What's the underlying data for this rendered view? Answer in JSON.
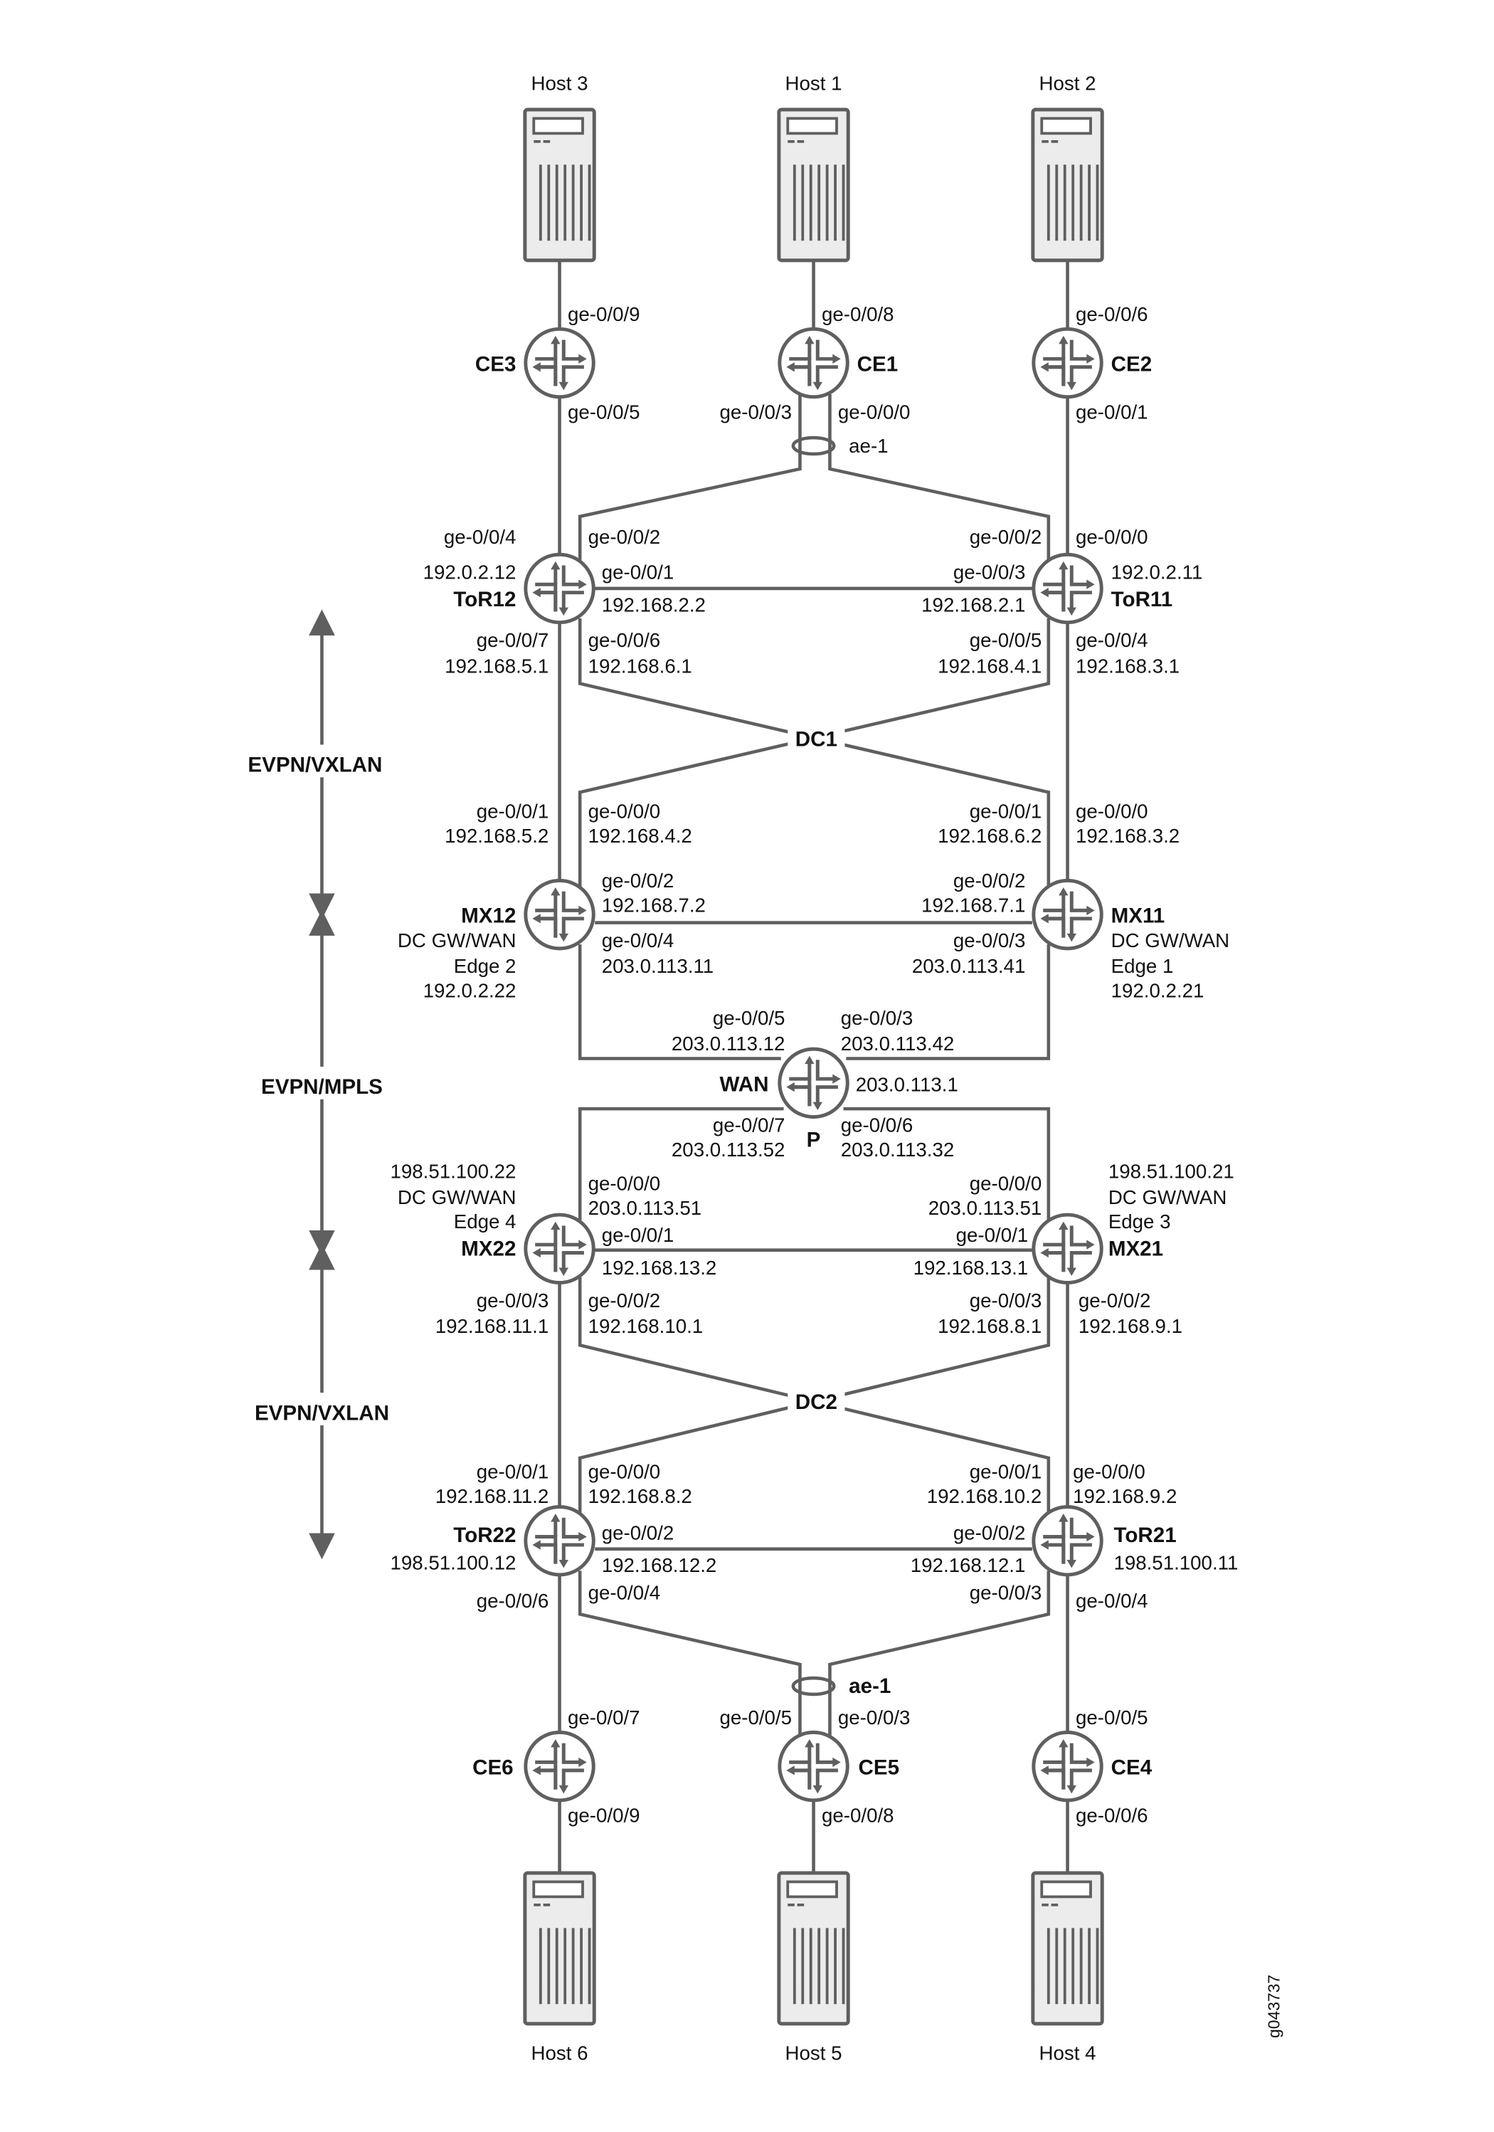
{
  "hosts": {
    "h1": "Host 1",
    "h2": "Host 2",
    "h3": "Host 3",
    "h4": "Host 4",
    "h5": "Host 5",
    "h6": "Host 6"
  },
  "segments": {
    "top": "EVPN/VXLAN",
    "middle": "EVPN/MPLS",
    "bottom": "EVPN/VXLAN"
  },
  "figure_id": "g043737",
  "ce3": {
    "name": "CE3",
    "host_port": "ge-0/0/9",
    "uplink": "ge-0/0/5"
  },
  "ce1": {
    "name": "CE1",
    "host_port": "ge-0/0/8",
    "port_a": "ge-0/0/3",
    "port_b": "ge-0/0/0",
    "lag": "ae-1"
  },
  "ce2": {
    "name": "CE2",
    "host_port": "ge-0/0/6",
    "uplink": "ge-0/0/1"
  },
  "tor12": {
    "name": "ToR12",
    "loopback": "192.0.2.12",
    "p_ce3": "ge-0/0/4",
    "p_ce1": "ge-0/0/2",
    "p_tor": "ge-0/0/1",
    "ip_tor": "192.168.2.2",
    "p_mx12": "ge-0/0/7",
    "ip_mx12": "192.168.5.1",
    "p_mx11": "ge-0/0/6",
    "ip_mx11": "192.168.6.1"
  },
  "tor11": {
    "name": "ToR11",
    "loopback": "192.0.2.11",
    "p_ce1": "ge-0/0/2",
    "p_ce2": "ge-0/0/0",
    "p_tor": "ge-0/0/3",
    "ip_tor": "192.168.2.1",
    "p_mx12": "ge-0/0/5",
    "ip_mx12": "192.168.4.1",
    "p_mx11": "ge-0/0/4",
    "ip_mx11": "192.168.3.1"
  },
  "dc1": "DC1",
  "dc2": "DC2",
  "mx12": {
    "name": "MX12",
    "role": "DC GW/WAN",
    "edge": "Edge 2",
    "loopback": "192.0.2.22",
    "p_tor12": "ge-0/0/1",
    "ip_tor12": "192.168.5.2",
    "p_tor11": "ge-0/0/0",
    "ip_tor11": "192.168.4.2",
    "p_mx": "ge-0/0/2",
    "ip_mx": "192.168.7.2",
    "p_wan": "ge-0/0/4",
    "ip_wan": "203.0.113.11"
  },
  "mx11": {
    "name": "MX11",
    "role": "DC GW/WAN",
    "edge": "Edge 1",
    "loopback": "192.0.2.21",
    "p_tor12": "ge-0/0/1",
    "ip_tor12": "192.168.6.2",
    "p_tor11": "ge-0/0/0",
    "ip_tor11": "192.168.3.2",
    "p_mx": "ge-0/0/2",
    "ip_mx": "192.168.7.1",
    "p_wan": "ge-0/0/3",
    "ip_wan": "203.0.113.41"
  },
  "wan": {
    "name": "WAN",
    "role": "P",
    "loopback": "203.0.113.1",
    "p_mx12": "ge-0/0/5",
    "ip_mx12": "203.0.113.12",
    "p_mx11": "ge-0/0/3",
    "ip_mx11": "203.0.113.42",
    "p_mx22": "ge-0/0/7",
    "ip_mx22": "203.0.113.52",
    "p_mx21": "ge-0/0/6",
    "ip_mx21": "203.0.113.32"
  },
  "mx22": {
    "name": "MX22",
    "role": "DC GW/WAN",
    "edge": "Edge 4",
    "loopback": "198.51.100.22",
    "p_wan": "ge-0/0/0",
    "ip_wan": "203.0.113.51",
    "p_mx": "ge-0/0/1",
    "ip_mx": "192.168.13.2",
    "p_tor22": "ge-0/0/3",
    "ip_tor22": "192.168.11.1",
    "p_tor21": "ge-0/0/2",
    "ip_tor21": "192.168.10.1"
  },
  "mx21": {
    "name": "MX21",
    "role": "DC GW/WAN",
    "edge": "Edge 3",
    "loopback": "198.51.100.21",
    "p_wan": "ge-0/0/0",
    "ip_wan": "203.0.113.51",
    "p_mx": "ge-0/0/1",
    "ip_mx": "192.168.13.1",
    "p_tor22": "ge-0/0/3",
    "ip_tor22": "192.168.8.1",
    "p_tor21": "ge-0/0/2",
    "ip_tor21": "192.168.9.1"
  },
  "tor22": {
    "name": "ToR22",
    "loopback": "198.51.100.12",
    "p_mx22": "ge-0/0/1",
    "ip_mx22": "192.168.11.2",
    "p_mx21": "ge-0/0/0",
    "ip_mx21": "192.168.8.2",
    "p_tor": "ge-0/0/2",
    "ip_tor": "192.168.12.2",
    "p_ce5": "ge-0/0/4",
    "p_ce6": "ge-0/0/6"
  },
  "tor21": {
    "name": "ToR21",
    "loopback": "198.51.100.11",
    "p_mx22": "ge-0/0/1",
    "ip_mx22": "192.168.10.2",
    "p_mx21": "ge-0/0/0",
    "ip_mx21": "192.168.9.2",
    "p_tor": "ge-0/0/2",
    "ip_tor": "192.168.12.1",
    "p_ce5": "ge-0/0/3",
    "p_ce4": "ge-0/0/4"
  },
  "ce6": {
    "name": "CE6",
    "uplink": "ge-0/0/7",
    "host_port": "ge-0/0/9"
  },
  "ce5": {
    "name": "CE5",
    "port_a": "ge-0/0/5",
    "port_b": "ge-0/0/3",
    "lag": "ae-1",
    "host_port": "ge-0/0/8"
  },
  "ce4": {
    "name": "CE4",
    "uplink": "ge-0/0/5",
    "host_port": "ge-0/0/6"
  }
}
